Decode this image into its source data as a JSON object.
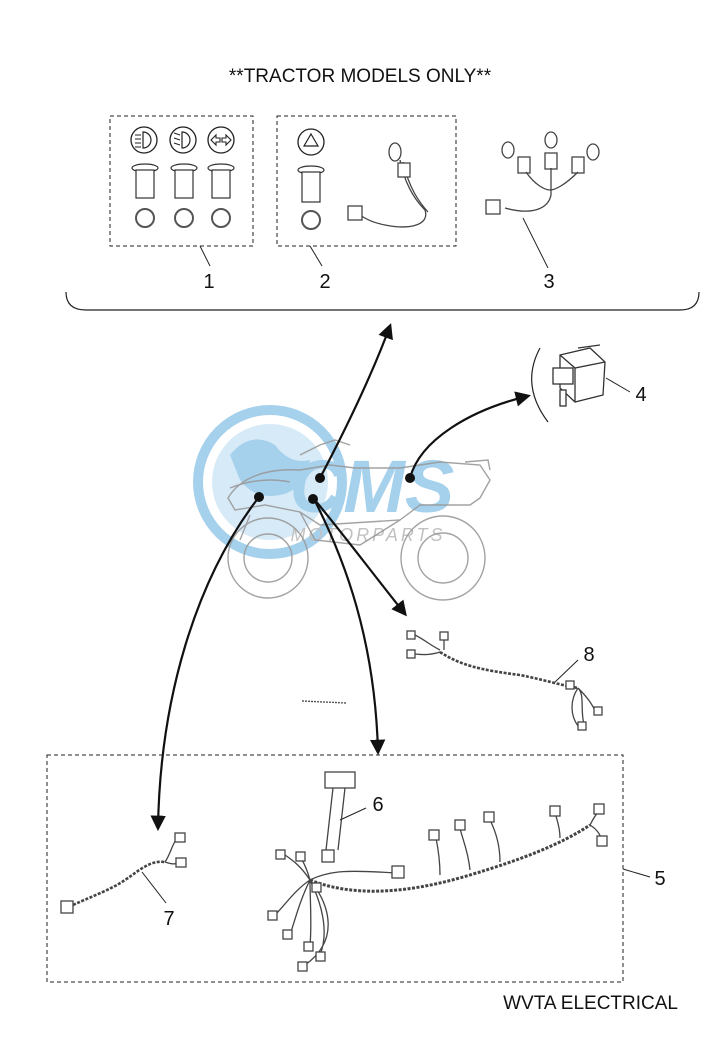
{
  "title": "**TRACTOR MODELS ONLY**",
  "footer_label": "WVTA ELECTRICAL",
  "watermark": {
    "brand": "CMS",
    "sub": "MOTORPARTS",
    "color": "#3a9ad9"
  },
  "callouts": [
    {
      "id": "1",
      "label": "1",
      "part": "light-switch-set"
    },
    {
      "id": "2",
      "label": "2",
      "part": "hazard-switch-and-bulb-harness"
    },
    {
      "id": "3",
      "label": "3",
      "part": "tail-light-bulb-harness"
    },
    {
      "id": "4",
      "label": "4",
      "part": "relay"
    },
    {
      "id": "5",
      "label": "5",
      "part": "main-wiring-harness"
    },
    {
      "id": "6",
      "label": "6",
      "part": "connector-lead"
    },
    {
      "id": "7",
      "label": "7",
      "part": "front-harness"
    },
    {
      "id": "8",
      "label": "8",
      "part": "rear-harness"
    }
  ],
  "icons": [
    "headlight-icon",
    "low-beam-icon",
    "turn-signal-icon",
    "hazard-triangle-icon"
  ]
}
